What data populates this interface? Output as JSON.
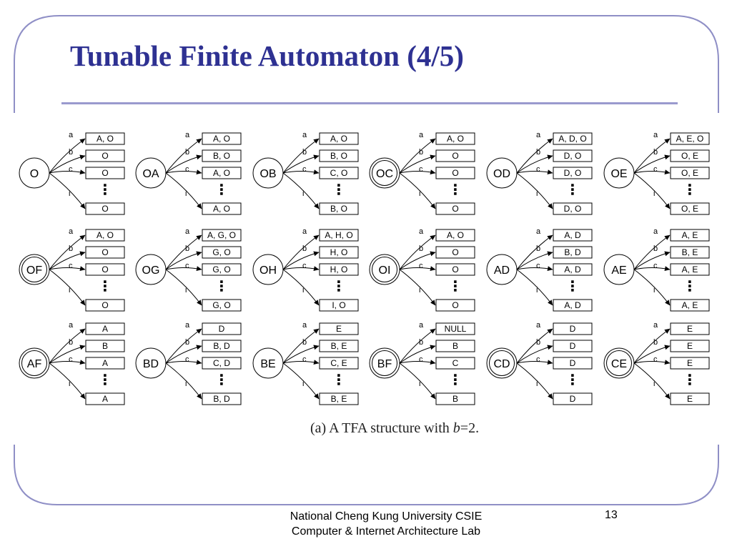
{
  "slide": {
    "title": "Tunable Finite Automaton (4/5)",
    "caption_pre": "(a) A TFA structure with ",
    "caption_var": "b",
    "caption_post": "=2.",
    "footer_line1": "National Cheng Kung University CSIE",
    "footer_line2": "Computer & Internet Architecture Lab",
    "page_number": "13"
  },
  "diagram": {
    "symbols": [
      "a",
      "b",
      "c",
      "i"
    ],
    "ellipsis": "⋮",
    "states": [
      {
        "name": "O",
        "double": false,
        "cells": [
          "A, O",
          "O",
          "O",
          "O"
        ]
      },
      {
        "name": "OA",
        "double": false,
        "cells": [
          "A, O",
          "B, O",
          "A, O",
          "A, O"
        ]
      },
      {
        "name": "OB",
        "double": false,
        "cells": [
          "A, O",
          "B, O",
          "C, O",
          "B, O"
        ]
      },
      {
        "name": "OC",
        "double": true,
        "cells": [
          "A, O",
          "O",
          "O",
          "O"
        ]
      },
      {
        "name": "OD",
        "double": false,
        "cells": [
          "A, D, O",
          "D, O",
          "D, O",
          "D, O"
        ]
      },
      {
        "name": "OE",
        "double": false,
        "cells": [
          "A, E, O",
          "O, E",
          "O, E",
          "O, E"
        ]
      },
      {
        "name": "OF",
        "double": true,
        "cells": [
          "A, O",
          "O",
          "O",
          "O"
        ]
      },
      {
        "name": "OG",
        "double": false,
        "cells": [
          "A, G, O",
          "G, O",
          "G, O",
          "G, O"
        ]
      },
      {
        "name": "OH",
        "double": false,
        "cells": [
          "A, H, O",
          "H, O",
          "H, O",
          "I, O"
        ]
      },
      {
        "name": "OI",
        "double": true,
        "cells": [
          "A, O",
          "O",
          "O",
          "O"
        ]
      },
      {
        "name": "AD",
        "double": false,
        "cells": [
          "A, D",
          "B, D",
          "A, D",
          "A, D"
        ]
      },
      {
        "name": "AE",
        "double": false,
        "cells": [
          "A, E",
          "B, E",
          "A, E",
          "A, E"
        ]
      },
      {
        "name": "AF",
        "double": true,
        "cells": [
          "A",
          "B",
          "A",
          "A"
        ]
      },
      {
        "name": "BD",
        "double": false,
        "cells": [
          "D",
          "B, D",
          "C, D",
          "B, D"
        ]
      },
      {
        "name": "BE",
        "double": false,
        "cells": [
          "E",
          "B, E",
          "C, E",
          "B, E"
        ]
      },
      {
        "name": "BF",
        "double": true,
        "cells": [
          "NULL",
          "B",
          "C",
          "B"
        ]
      },
      {
        "name": "CD",
        "double": true,
        "cells": [
          "D",
          "D",
          "D",
          "D"
        ]
      },
      {
        "name": "CE",
        "double": true,
        "cells": [
          "E",
          "E",
          "E",
          "E"
        ]
      }
    ]
  },
  "colors": {
    "frame": "#8f8fc6",
    "title": "#2e3192",
    "rule": "#9a9ace"
  }
}
